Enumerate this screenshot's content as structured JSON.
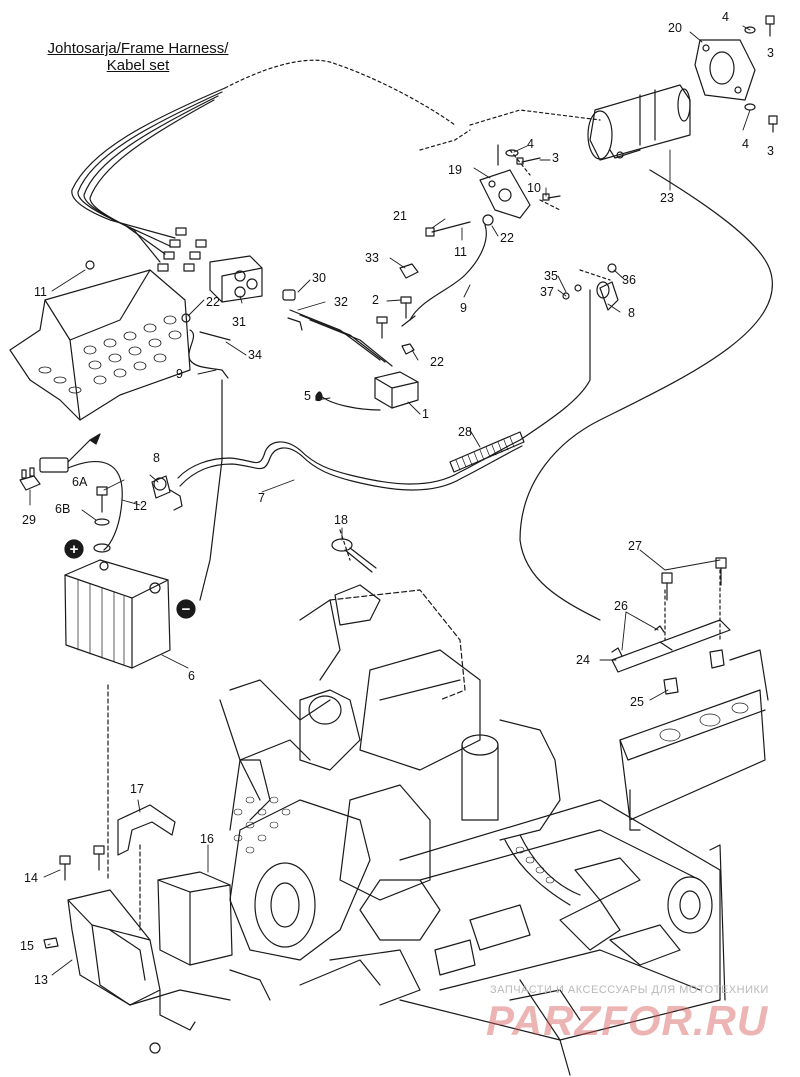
{
  "title": {
    "line1": "Johtosarja/Frame Harness/",
    "line2": "Kabel set"
  },
  "watermark": {
    "line1": "ЗАПЧАСТИ И АКСЕССУАРЫ ДЛЯ МОТОТЕХНИКИ",
    "line2": "PARZFOR.RU"
  },
  "callouts": {
    "c1": "1",
    "c2": "2",
    "c3a": "3",
    "c3b": "3",
    "c3c": "3",
    "c4a": "4",
    "c4b": "4",
    "c4c": "4",
    "c5": "5",
    "c6": "6",
    "c6A": "6A",
    "c6B": "6B",
    "c7": "7",
    "c8a": "8",
    "c8b": "8",
    "c9a": "9",
    "c9b": "9",
    "c10": "10",
    "c11a": "11",
    "c11b": "11",
    "c12": "12",
    "c13": "13",
    "c14": "14",
    "c15": "15",
    "c16": "16",
    "c17": "17",
    "c18": "18",
    "c19": "19",
    "c20": "20",
    "c21": "21",
    "c22a": "22",
    "c22b": "22",
    "c22c": "22",
    "c23": "23",
    "c24": "24",
    "c25": "25",
    "c26": "26",
    "c27": "27",
    "c28": "28",
    "c29": "29",
    "c30": "30",
    "c31": "31",
    "c32": "32",
    "c33": "33",
    "c34": "34",
    "c35": "35",
    "c36": "36",
    "c37": "37"
  },
  "symbols": {
    "positive": "+",
    "negative": "−"
  },
  "colors": {
    "line": "#1a1a1a",
    "watermark": "#d65858"
  }
}
